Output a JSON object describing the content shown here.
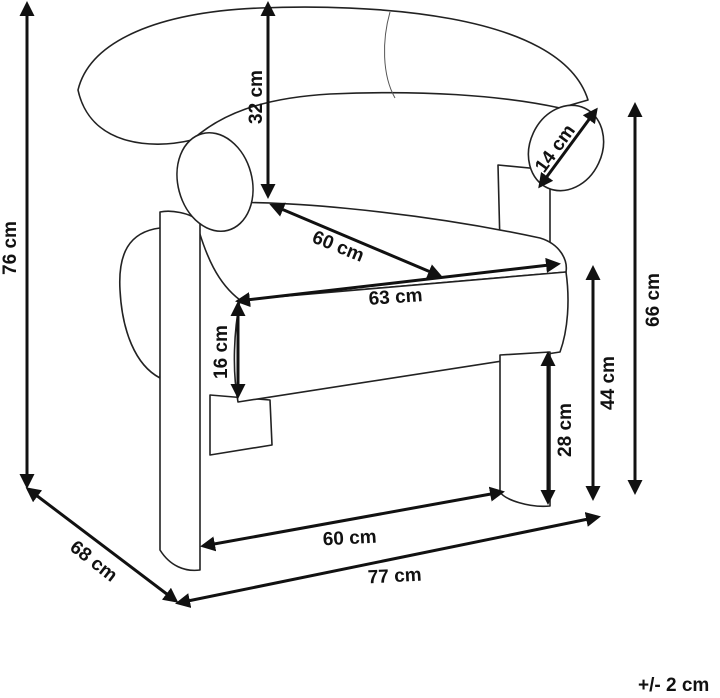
{
  "diagram": {
    "dimensions": {
      "total_height": "76 cm",
      "backrest_height": "32 cm",
      "armrest_diameter": "14 cm",
      "arm_height": "66 cm",
      "seat_depth": "60 cm",
      "seat_width": "63 cm",
      "cushion_thickness": "16 cm",
      "seat_height": "44 cm",
      "leg_clearance": "28 cm",
      "inner_width": "60 cm",
      "total_depth": "68 cm",
      "total_width": "77 cm"
    },
    "tolerance": "+/- 2 cm"
  }
}
